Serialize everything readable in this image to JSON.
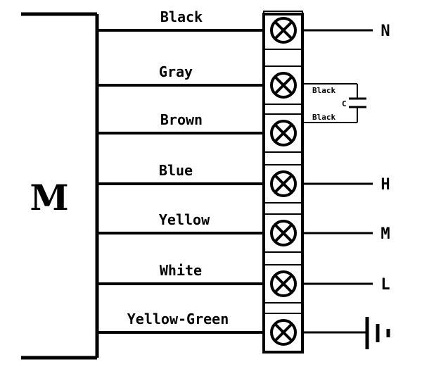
{
  "motor": {
    "label": "M"
  },
  "wires": [
    {
      "label": "Black",
      "terminal": "N"
    },
    {
      "label": "Gray",
      "terminal": ""
    },
    {
      "label": "Brown",
      "terminal": ""
    },
    {
      "label": "Blue",
      "terminal": "H"
    },
    {
      "label": "Yellow",
      "terminal": "M"
    },
    {
      "label": "White",
      "terminal": "L"
    },
    {
      "label": "Yellow-Green",
      "terminal": "ground"
    }
  ],
  "capacitor": {
    "label": "C",
    "lead_top": "Black",
    "lead_bottom": "Black"
  },
  "icons": {
    "terminal": "terminal-screw-icon",
    "ground": "ground-icon",
    "capacitor": "capacitor-icon"
  }
}
